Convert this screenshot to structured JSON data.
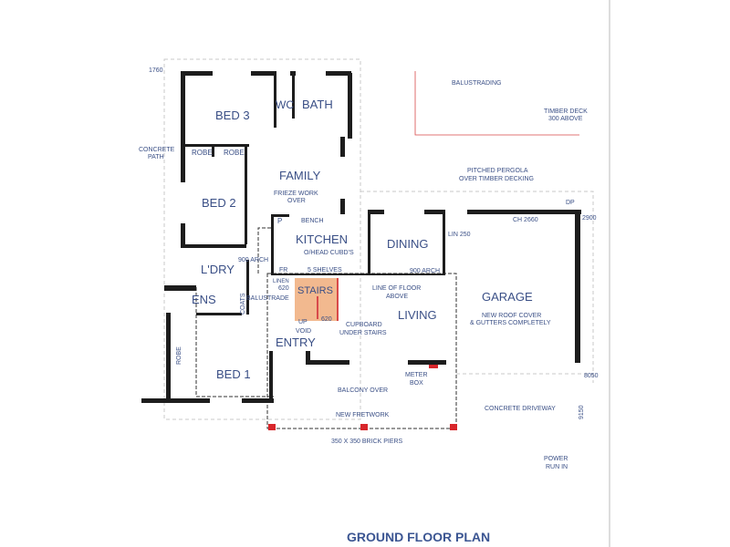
{
  "title": "GROUND FLOOR PLAN",
  "rooms": {
    "bed3": "BED 3",
    "wc": "WC",
    "bath": "BATH",
    "robe1": "ROBE",
    "robe2": "ROBE",
    "family": "FAMILY",
    "bed2": "BED 2",
    "kitchen": "KITCHEN",
    "dining": "DINING",
    "ldry": "L'DRY",
    "ens": "ENS",
    "stairs": "STAIRS",
    "living": "LIVING",
    "entry": "ENTRY",
    "bed1": "BED 1",
    "garage": "GARAGE",
    "robe3": "ROBE",
    "coats": "COATS",
    "pantry": "P"
  },
  "notes": {
    "dim_1760": "1760",
    "balustrading": "BALUSTRADING",
    "timber_deck_1": "TIMBER DECK",
    "timber_deck_2": "300 ABOVE",
    "concrete_path_1": "CONCRETE",
    "concrete_path_2": "PATH",
    "pergola_1": "PITCHED PERGOLA",
    "pergola_2": "OVER TIMBER DECKING",
    "frieze_1": "FRIEZE WORK",
    "frieze_2": "OVER",
    "bench": "BENCH",
    "dp": "DP",
    "ch": "CH 2660",
    "dim_2900": "2900",
    "lin": "LIN 250",
    "ohead": "O/HEAD CUBD'S",
    "arch1": "900 ARCH",
    "arch2": "900 ARCH",
    "fr": "FR",
    "shelves": "5 SHELVES",
    "linen": "LINEN",
    "d620a": "620",
    "d620b": "620",
    "balustrade": "BALUSTRADE",
    "up": "UP",
    "void": "VOID",
    "floor_above_1": "LINE OF FLOOR",
    "floor_above_2": "ABOVE",
    "cupboard_1": "CUPBOARD",
    "cupboard_2": "UNDER STAIRS",
    "roof_1": "NEW ROOF COVER",
    "roof_2": "& GUTTERS COMPLETELY",
    "dim_8050": "8050",
    "meter_1": "METER",
    "meter_2": "BOX",
    "balcony": "BALCONY OVER",
    "driveway": "CONCRETE DRIVEWAY",
    "dim_9150": "9150",
    "fretwork": "NEW FRETWORK",
    "piers": "350 X 350 BRICK PIERS",
    "power_1": "POWER",
    "power_2": "RUN IN"
  },
  "colors": {
    "text": "#3a4f86",
    "wall": "#1d1d1d",
    "stairs": "#f2b98f",
    "piers": "#d8262b"
  }
}
